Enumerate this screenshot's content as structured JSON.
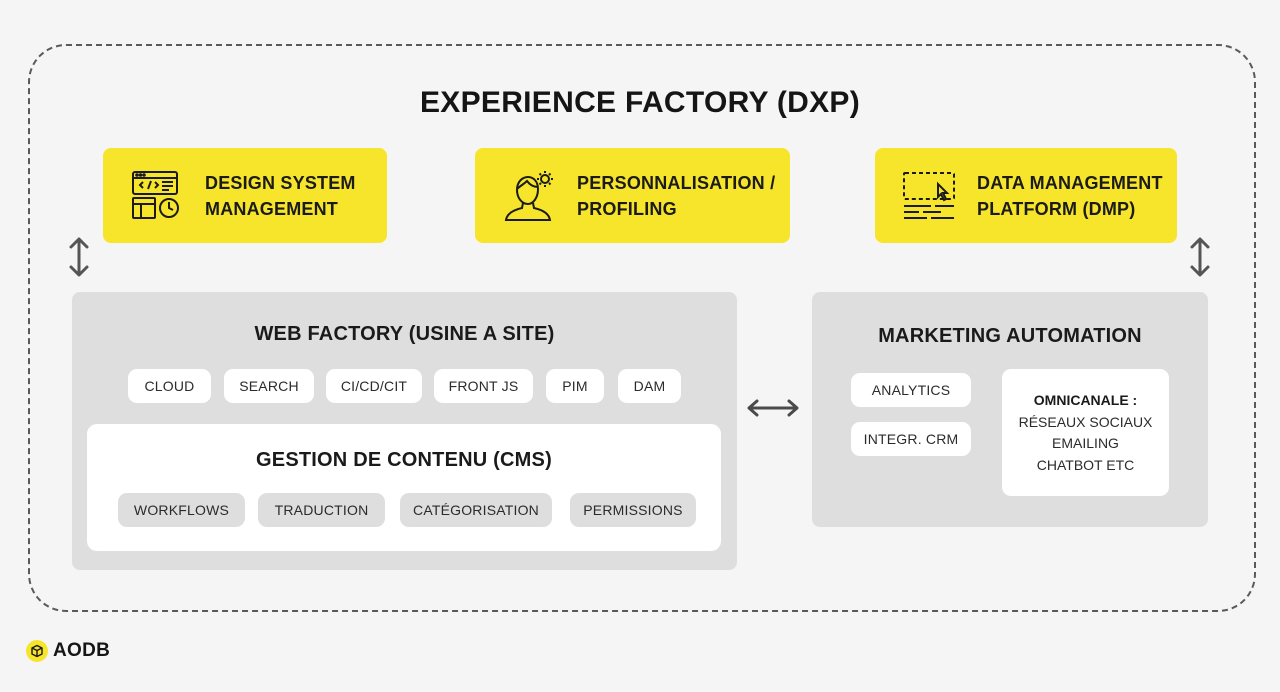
{
  "title": "EXPERIENCE FACTORY (DXP)",
  "top_boxes": [
    {
      "line1": "DESIGN SYSTEM",
      "line2": "MANAGEMENT",
      "icon": "design-system-icon"
    },
    {
      "line1": "PERSONNALISATION /",
      "line2": "PROFILING",
      "icon": "user-gear-icon"
    },
    {
      "line1": "DATA MANAGEMENT",
      "line2": "PLATFORM (DMP)",
      "icon": "screen-cursor-icon"
    }
  ],
  "web_factory": {
    "title": "WEB FACTORY (USINE A SITE)",
    "pills": [
      "CLOUD",
      "SEARCH",
      "CI/CD/CIT",
      "FRONT JS",
      "PIM",
      "DAM"
    ],
    "cms": {
      "title": "GESTION DE CONTENU (CMS)",
      "pills": [
        "WORKFLOWS",
        "TRADUCTION",
        "CATÉGORISATION",
        "PERMISSIONS"
      ]
    }
  },
  "marketing": {
    "title": "MARKETING AUTOMATION",
    "pills": [
      "ANALYTICS",
      "INTEGR. CRM"
    ],
    "omni": {
      "title": "OMNICANALE :",
      "items": [
        "RÉSEAUX SOCIAUX",
        "EMAILING",
        "CHATBOT ETC"
      ]
    }
  },
  "logo": {
    "text": "AODB"
  },
  "colors": {
    "accent_yellow": "#f6e52a",
    "panel_grey": "#dedede",
    "text_dark": "#1a1a1a"
  }
}
